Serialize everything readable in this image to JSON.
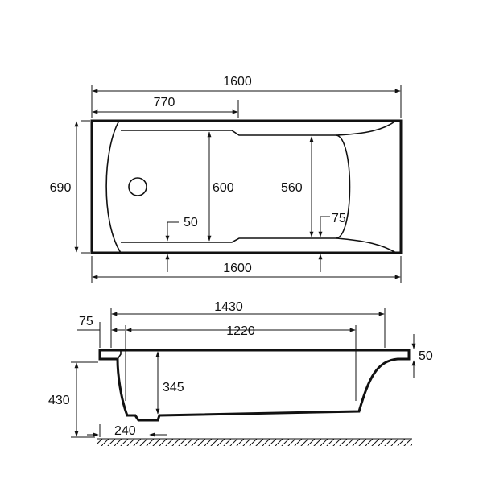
{
  "top_view": {
    "overall_length_top": "1600",
    "offset_length": "770",
    "overall_width": "690",
    "inner_width_left": "600",
    "inner_width_right": "560",
    "rim_left": "50",
    "rim_right": "75",
    "overall_length_bottom": "1600"
  },
  "side_view": {
    "top_length": "1430",
    "inner_length": "1220",
    "rim_offset": "75",
    "rim_height": "50",
    "overall_height": "430",
    "inner_depth": "345",
    "waste_offset": "240"
  },
  "colors": {
    "ink": "#111111",
    "background": "#ffffff"
  }
}
